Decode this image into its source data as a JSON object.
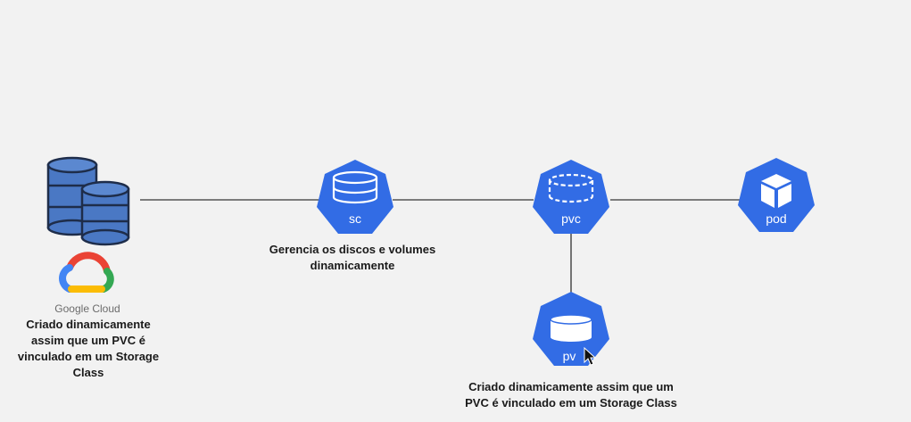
{
  "nodes": {
    "sc": {
      "label": "sc"
    },
    "pvc": {
      "label": "pvc"
    },
    "pod": {
      "label": "pod"
    },
    "pv": {
      "label": "pv"
    }
  },
  "google_cloud": {
    "label": "Google Cloud"
  },
  "captions": {
    "storage": "Criado dinamicamente assim que um PVC é vinculado em um Storage Class",
    "sc": "Gerencia os discos e volumes dinamicamente",
    "pv_line1": "Criado dinamicamente assim que um",
    "pv_line2": "PVC é vinculado em um Storage Class"
  },
  "colors": {
    "k8s_blue": "#326ce5",
    "database_blue": "#4a78c4",
    "connector": "#555555",
    "background": "#f2f2f2"
  }
}
